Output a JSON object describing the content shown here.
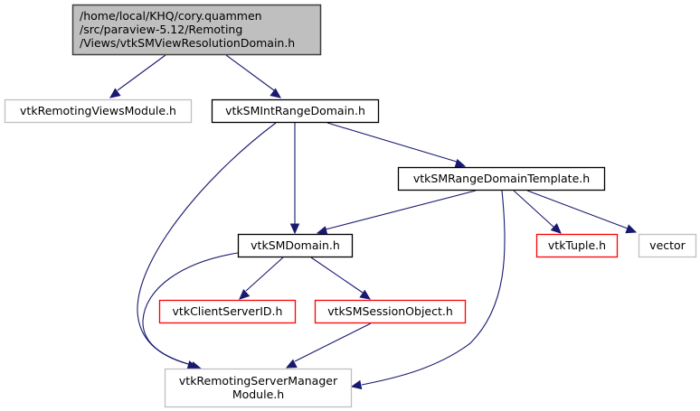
{
  "diagram": {
    "type": "include-dependency-graph",
    "colors": {
      "edge": "#191970",
      "root_fill": "#bfbfbf",
      "root_border": "#404040",
      "documented_border": "#000000",
      "undocumented_border": "#bfbfbf",
      "incomplete_border": "#ff0000"
    },
    "nodes": [
      {
        "id": "root",
        "lines": [
          "/home/local/KHQ/cory.quammen",
          "/src/paraview-5.12/Remoting",
          "/Views/vtkSMViewResolutionDomain.h"
        ],
        "style": "root"
      },
      {
        "id": "views_module",
        "lines": [
          "vtkRemotingViewsModule.h"
        ],
        "style": "undocumented"
      },
      {
        "id": "int_range",
        "lines": [
          "vtkSMIntRangeDomain.h"
        ],
        "style": "documented"
      },
      {
        "id": "range_template",
        "lines": [
          "vtkSMRangeDomainTemplate.h"
        ],
        "style": "documented"
      },
      {
        "id": "domain",
        "lines": [
          "vtkSMDomain.h"
        ],
        "style": "documented"
      },
      {
        "id": "tuple",
        "lines": [
          "vtkTuple.h"
        ],
        "style": "incomplete"
      },
      {
        "id": "vector",
        "lines": [
          "vector"
        ],
        "style": "undocumented"
      },
      {
        "id": "client_server_id",
        "lines": [
          "vtkClientServerID.h"
        ],
        "style": "incomplete"
      },
      {
        "id": "session_object",
        "lines": [
          "vtkSMSessionObject.h"
        ],
        "style": "incomplete"
      },
      {
        "id": "sm_module",
        "lines": [
          "vtkRemotingServerManager",
          "Module.h"
        ],
        "style": "undocumented"
      }
    ],
    "edges": [
      {
        "from": "root",
        "to": "views_module"
      },
      {
        "from": "root",
        "to": "int_range"
      },
      {
        "from": "int_range",
        "to": "range_template"
      },
      {
        "from": "int_range",
        "to": "domain"
      },
      {
        "from": "int_range",
        "to": "sm_module"
      },
      {
        "from": "range_template",
        "to": "domain"
      },
      {
        "from": "range_template",
        "to": "tuple"
      },
      {
        "from": "range_template",
        "to": "vector"
      },
      {
        "from": "range_template",
        "to": "sm_module"
      },
      {
        "from": "domain",
        "to": "client_server_id"
      },
      {
        "from": "domain",
        "to": "session_object"
      },
      {
        "from": "domain",
        "to": "sm_module"
      },
      {
        "from": "session_object",
        "to": "sm_module"
      }
    ]
  }
}
